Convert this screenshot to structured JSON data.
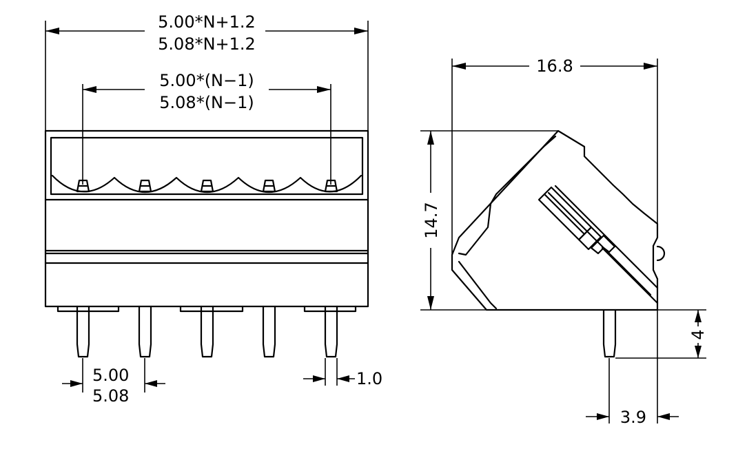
{
  "dimensions": {
    "overall_width_line1": "5.00*N+1.2",
    "overall_width_line2": "5.08*N+1.2",
    "pin_span_line1": "5.00*(N−1)",
    "pin_span_line2": "5.08*(N−1)",
    "pitch_line1": "5.00",
    "pitch_line2": "5.08",
    "pin_width": "1.0",
    "depth": "16.8",
    "height": "14.7",
    "pin_length": "4",
    "pin_offset": "3.9"
  }
}
